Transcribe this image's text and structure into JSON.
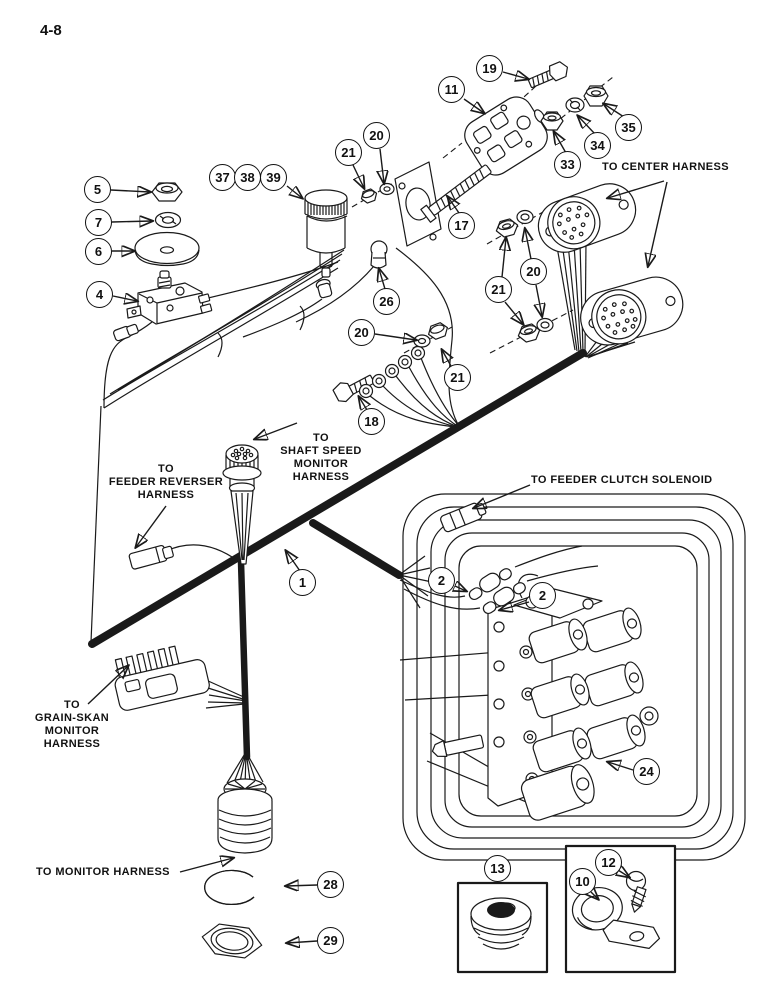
{
  "page_number": "4-8",
  "diagram": {
    "ink_color": "#1a1a1a",
    "paper_color": "#ffffff",
    "labels": {
      "center_harness": "TO CENTER HARNESS",
      "shaft_speed": [
        "TO",
        "SHAFT SPEED",
        "MONITOR",
        "HARNESS"
      ],
      "feeder_reverser": [
        "TO",
        "FEEDER REVERSER",
        "HARNESS"
      ],
      "feeder_clutch": "TO FEEDER CLUTCH SOLENOID",
      "grain_skan": [
        "TO",
        "GRAIN-SKAN",
        "MONITOR",
        "HARNESS"
      ],
      "monitor": "TO MONITOR HARNESS"
    },
    "callouts": {
      "c19": "19",
      "c11": "11",
      "c33": "33",
      "c34": "34",
      "c35": "35",
      "c37": "37",
      "c38": "38",
      "c39": "39",
      "c21a": "21",
      "c20a": "20",
      "c5": "5",
      "c7": "7",
      "c6": "6",
      "c4": "4",
      "c17": "17",
      "c26": "26",
      "c20b": "20",
      "c21b": "21",
      "c18": "18",
      "c21c": "21",
      "c20c": "20",
      "c1": "1",
      "c2a": "2",
      "c2b": "2",
      "c24": "24",
      "c28": "28",
      "c29": "29",
      "c13": "13",
      "c12": "12",
      "c10": "10"
    }
  }
}
